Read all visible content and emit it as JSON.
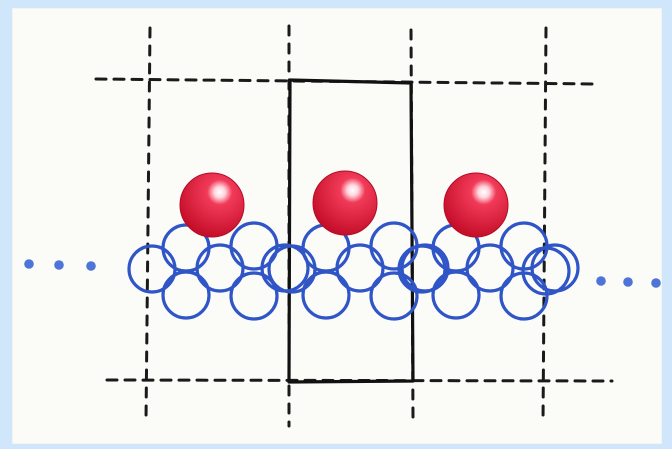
{
  "colors": {
    "background": "#cfe6fb",
    "paper": "#fbfbf8",
    "grid_line": "#1a1a1a",
    "unit_cell": "#111111",
    "substrate_atom": "#2f55c7",
    "adsorbate_atom": "#e5173a",
    "ellipsis_dots": "#4d74d6"
  },
  "structure": {
    "substrate_groups": 3,
    "adsorbates": 3,
    "atoms_per_group_top_row": 2,
    "atoms_per_group_mid_row": 3,
    "atoms_per_group_bottom_row": 2
  },
  "icons": {
    "left_ellipsis": "ellipsis-icon",
    "right_ellipsis": "ellipsis-icon"
  }
}
